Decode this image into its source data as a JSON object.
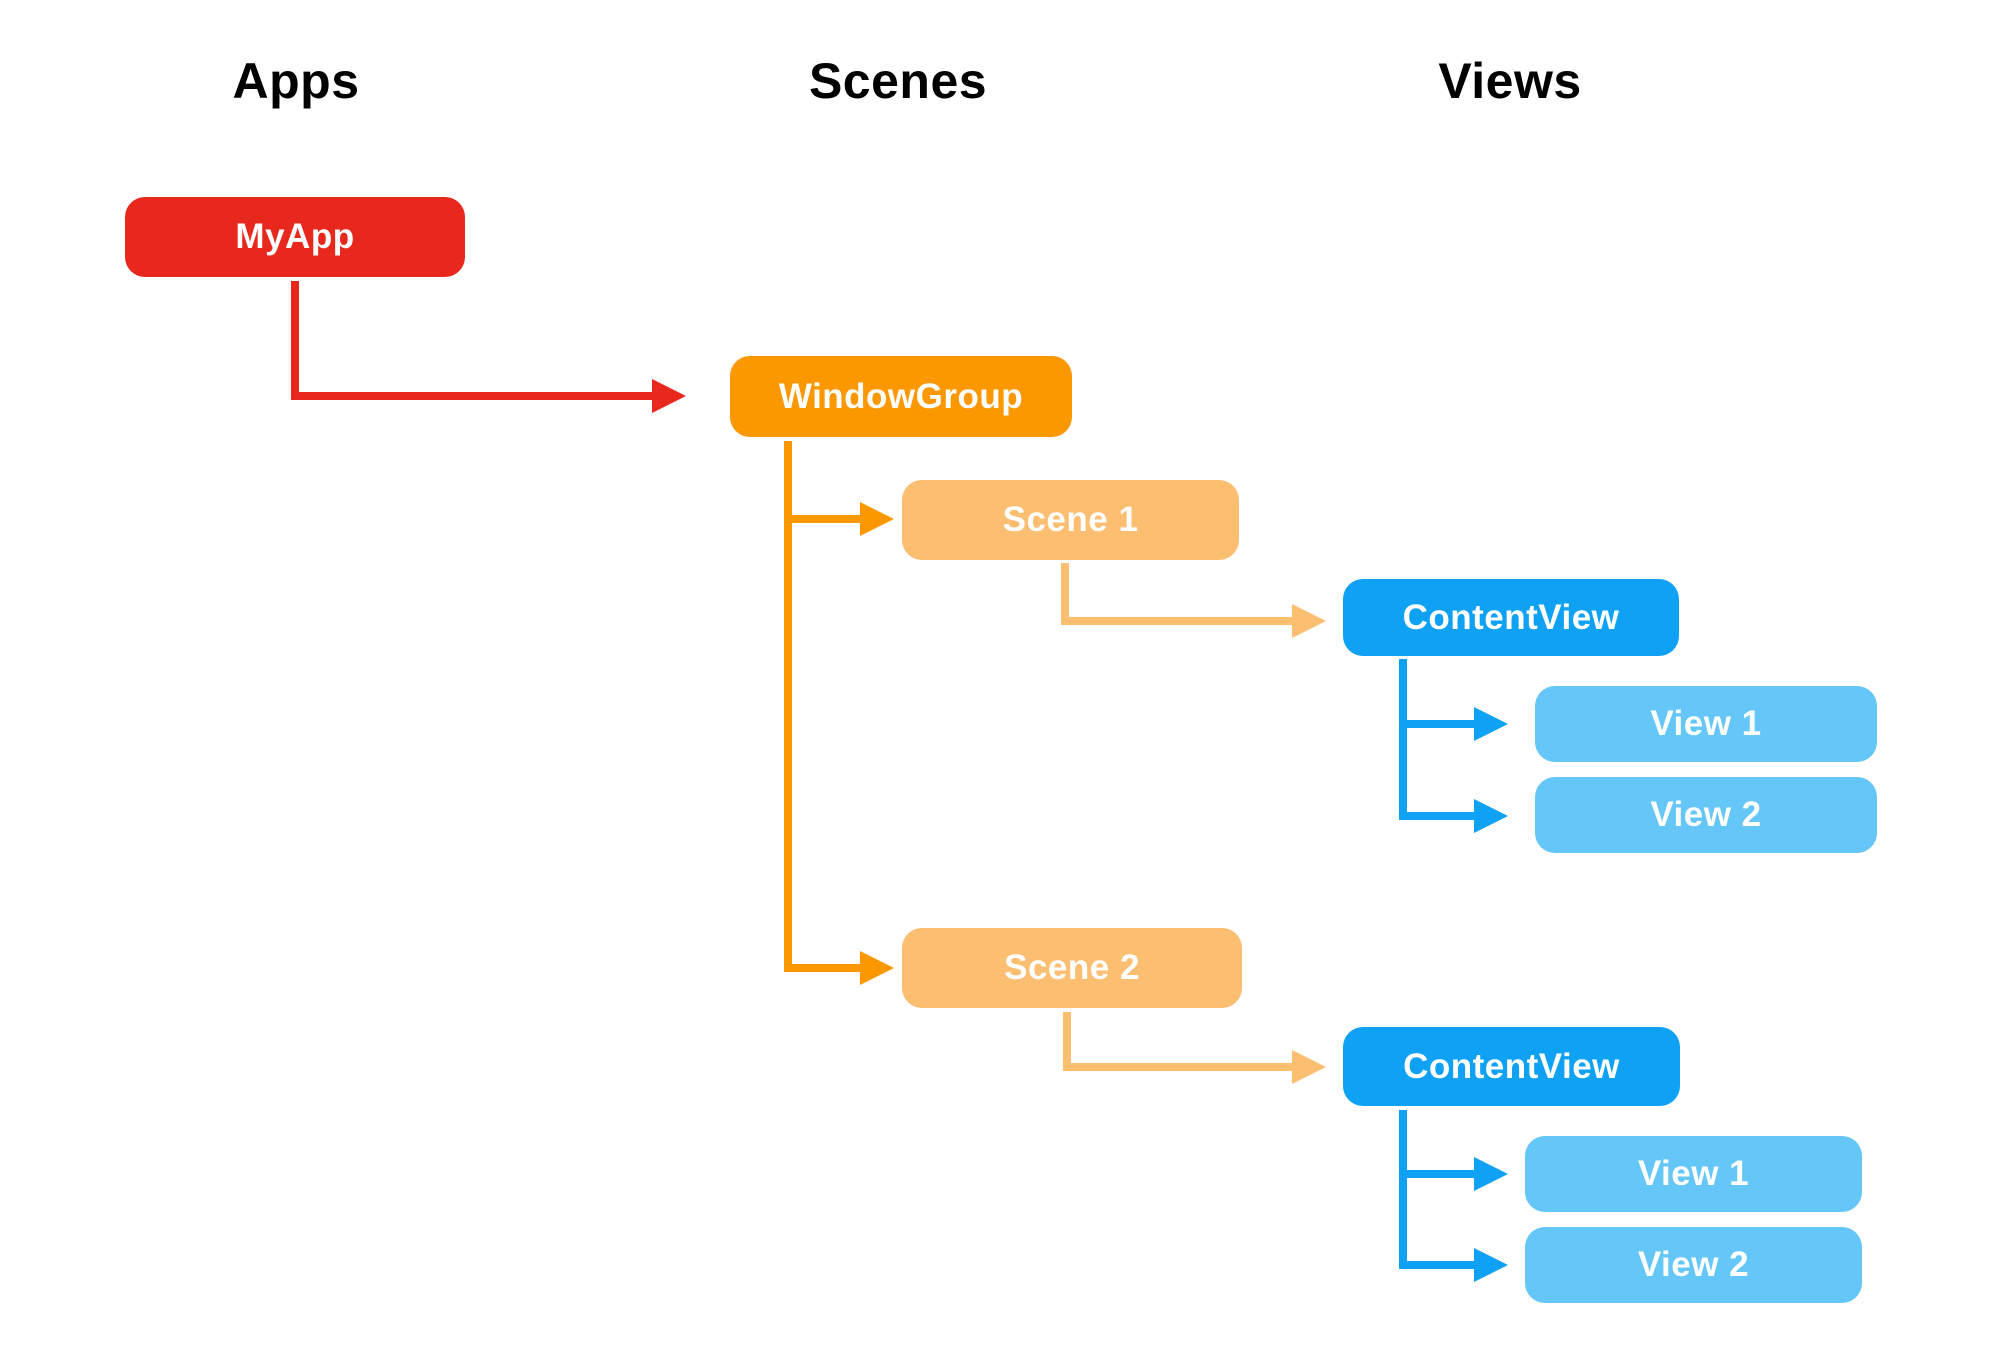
{
  "colors": {
    "background": "#FFFFFF",
    "header_text": "#000000",
    "node_text": "#FFFFFF",
    "red": "#E8281C",
    "orange": "#FB9800",
    "light_orange": "#FCBE70",
    "blue": "#0FA1F3",
    "light_blue": "#65C6F8"
  },
  "headers": [
    {
      "label": "Apps"
    },
    {
      "label": "Scenes"
    },
    {
      "label": "Views"
    }
  ],
  "nodes": {
    "myapp": {
      "label": "MyApp"
    },
    "windowgroup": {
      "label": "WindowGroup"
    },
    "scene1": {
      "label": "Scene 1"
    },
    "contentview1": {
      "label": "ContentView"
    },
    "scene1_view1": {
      "label": "View 1"
    },
    "scene1_view2": {
      "label": "View 2"
    },
    "scene2": {
      "label": "Scene 2"
    },
    "contentview2": {
      "label": "ContentView"
    },
    "scene2_view1": {
      "label": "View 1"
    },
    "scene2_view2": {
      "label": "View 2"
    }
  }
}
